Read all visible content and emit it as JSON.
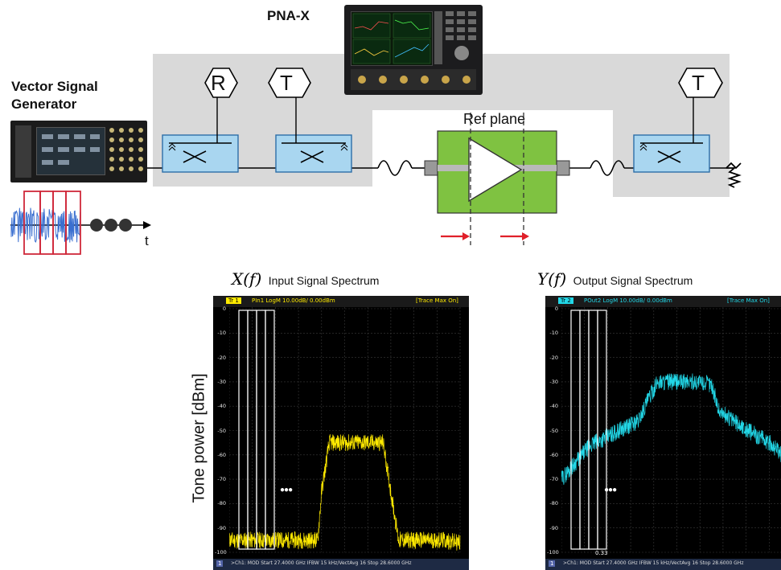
{
  "diagram": {
    "pna_label": "PNA-X",
    "vsg_label_line1": "Vector Signal",
    "vsg_label_line2": "Generator",
    "coupler_r": "R",
    "coupler_t1": "T",
    "coupler_t2": "T",
    "ref_plane": "Ref plane",
    "time_axis": "t"
  },
  "spectra": {
    "ylabel": "Tone power [dBm]",
    "ellipsis": "●●●",
    "input": {
      "func_letter": "X",
      "func_arg": "(f)",
      "title": "Input Signal Spectrum",
      "header_tr": "Tr 1",
      "header_trace": "PIn1 LogM 10.00dB/ 0.00dBm",
      "header_right": "[Trace Max On]",
      "footer_ch": "1",
      "footer": ">Ch1: MOD  Start  27.4000 GHz   IFBW  15 kHz/VectAvg 16  Stop  28.6000 GHz",
      "color": "#ffea00"
    },
    "output": {
      "func_letter": "Y",
      "func_arg": "(f)",
      "title": "Output Signal Spectrum",
      "header_tr": "Tr 2",
      "header_trace": "POut2 LogM 10.00dB/ 0.00dBm",
      "header_right": "[Trace Max On]",
      "footer_ch": "1",
      "footer": ">Ch1: MOD  Start  27.4000 GHz   IFBW  15 kHz/VectAvg 16  Stop  28.6000 GHz",
      "marker": "0.33",
      "color": "#22d8e8"
    },
    "y_ticks": [
      "0",
      "-10",
      "-20",
      "-30",
      "-40",
      "-50",
      "-60",
      "-70",
      "-80",
      "-90",
      "-100"
    ]
  },
  "chart_data": [
    {
      "type": "line",
      "title": "Input Signal Spectrum",
      "ylabel": "Tone power [dBm]",
      "ylim": [
        -100,
        0
      ],
      "x_range_ghz": [
        27.4,
        28.6
      ],
      "series": [
        {
          "x": [
            27.4,
            27.6,
            27.86,
            27.88,
            27.92,
            28.2,
            28.24,
            28.28,
            28.5,
            28.6
          ],
          "y": [
            -95,
            -95,
            -95,
            -75,
            -55,
            -55,
            -75,
            -95,
            -95,
            -96
          ]
        }
      ]
    },
    {
      "type": "line",
      "title": "Output Signal Spectrum",
      "ylabel": "Tone power [dBm]",
      "ylim": [
        -100,
        0
      ],
      "x_range_ghz": [
        27.4,
        28.6
      ],
      "series": [
        {
          "x": [
            27.4,
            27.55,
            27.7,
            27.8,
            27.84,
            27.9,
            28.1,
            28.18,
            28.22,
            28.35,
            28.5,
            28.6
          ],
          "y": [
            -70,
            -56,
            -50,
            -46,
            -39,
            -30,
            -30,
            -31,
            -42,
            -49,
            -56,
            -66
          ]
        }
      ]
    }
  ]
}
